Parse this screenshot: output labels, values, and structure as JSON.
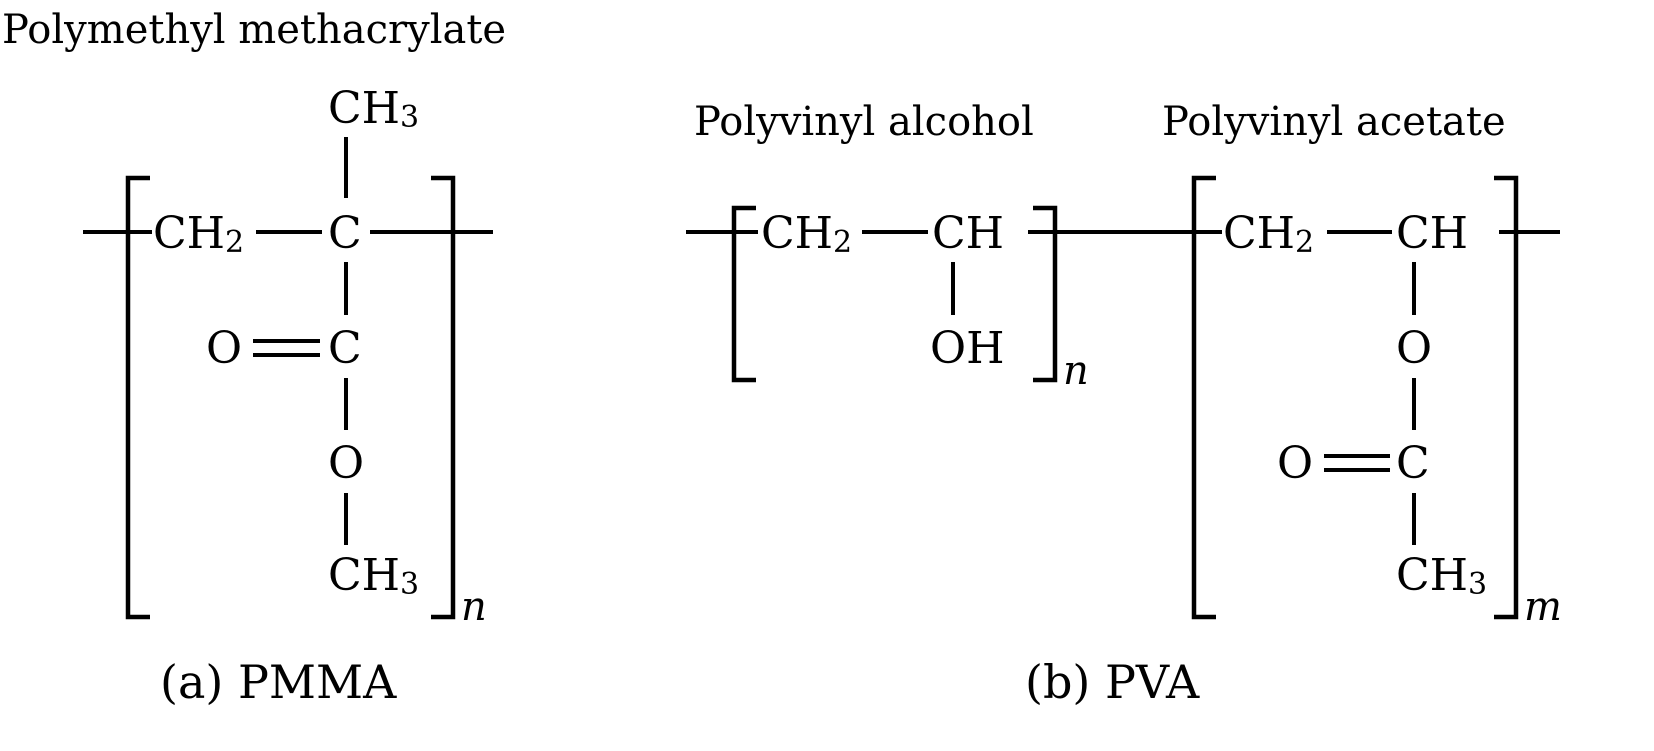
{
  "pmma": {
    "title": "Polymethyl methacrylate",
    "caption": "(a) PMMA",
    "repeat_index": "n",
    "atoms": {
      "ch3_top": "CH",
      "ch2": "CH",
      "c_main": "C",
      "o_double": "O",
      "c_carbonyl": "C",
      "o_ester": "O",
      "ch3_bottom": "CH"
    },
    "subscripts": {
      "ch3_top": "3",
      "ch2": "2",
      "ch3_bottom": "3"
    }
  },
  "pva": {
    "caption": "(b) PVA",
    "alcohol_unit": {
      "title": "Polyvinyl alcohol",
      "repeat_index": "n",
      "atoms": {
        "ch2": "CH",
        "ch": "CH",
        "oh": "OH"
      },
      "subscripts": {
        "ch2": "2"
      }
    },
    "acetate_unit": {
      "title": "Polyvinyl acetate",
      "repeat_index": "m",
      "atoms": {
        "ch2": "CH",
        "ch": "CH",
        "o_ester": "O",
        "o_double": "O",
        "c_carbonyl": "C",
        "ch3": "CH"
      },
      "subscripts": {
        "ch2": "2",
        "ch3": "3"
      }
    }
  }
}
